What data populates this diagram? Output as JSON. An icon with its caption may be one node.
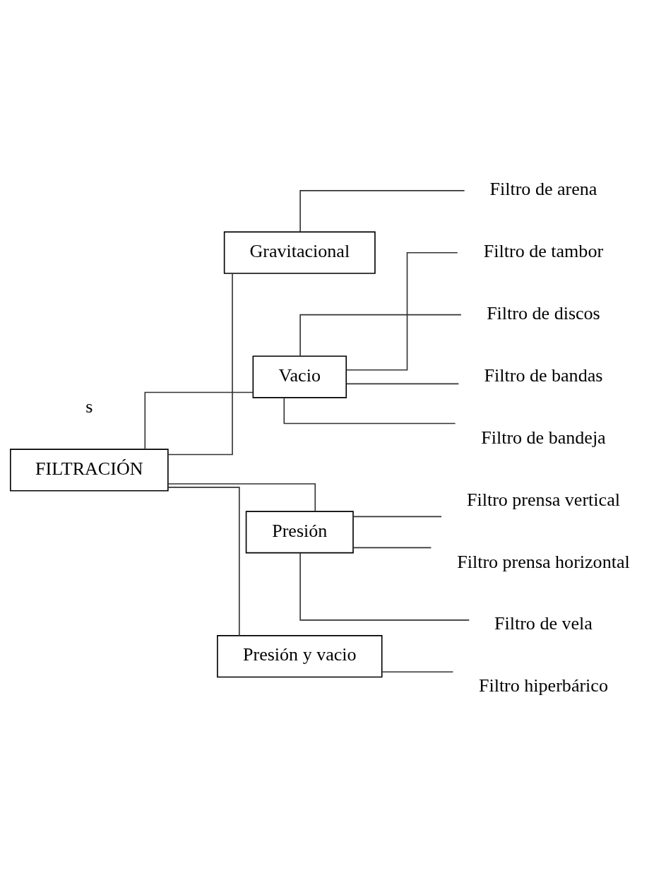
{
  "diagram": {
    "nodes": [
      {
        "text": [
          "FILTRACIÓN"
        ]
      },
      {
        "text": [
          "Gravitacional"
        ]
      },
      {
        "text": [
          "Filtro de arena"
        ]
      },
      {
        "text": [
          "Vacio"
        ]
      },
      {
        "text": [
          "Filtro de tambor"
        ]
      },
      {
        "text": [
          "Filtro de discos"
        ]
      },
      {
        "text": [
          "Filtro de bandas"
        ]
      },
      {
        "text": [
          "Filtro de bandeja"
        ]
      },
      {
        "text": [
          "Presión"
        ]
      },
      {
        "text": [
          "Filtro prensa vertical"
        ]
      },
      {
        "text": [
          "Filtro prensa horizontal"
        ]
      },
      {
        "text": [
          "Filtro de vela"
        ]
      },
      {
        "text": [
          "Presión y vacio"
        ]
      },
      {
        "text": [
          "Filtro hiperbárico"
        ]
      }
    ],
    "edges": [
      {
        "from": 0,
        "to": 1,
        "arrow": "none"
      },
      {
        "from": 1,
        "to": 2,
        "arrow": "none"
      },
      {
        "from": 0,
        "to": 3,
        "arrow": "none"
      },
      {
        "from": 3,
        "to": 4,
        "arrow": "none"
      },
      {
        "from": 3,
        "to": 5,
        "arrow": "none"
      },
      {
        "from": 3,
        "to": 6,
        "arrow": "none"
      },
      {
        "from": 3,
        "to": 7,
        "arrow": "none"
      },
      {
        "from": 0,
        "to": 8,
        "arrow": "none"
      },
      {
        "from": 8,
        "to": 9,
        "arrow": "none"
      },
      {
        "from": 8,
        "to": 10,
        "arrow": "none"
      },
      {
        "from": 8,
        "to": 11,
        "arrow": "none"
      },
      {
        "from": 0,
        "to": 12,
        "arrow": "none"
      },
      {
        "from": 12,
        "to": 13,
        "arrow": "none"
      }
    ],
    "labels": [
      "s"
    ]
  }
}
